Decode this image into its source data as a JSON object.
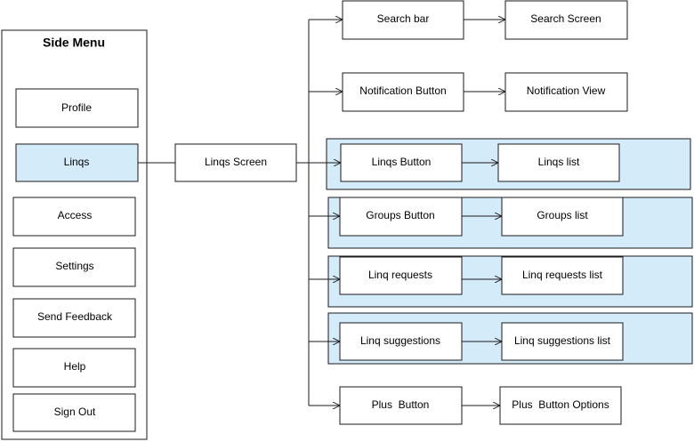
{
  "side_menu": {
    "title": "Side Menu",
    "items": [
      "Profile",
      "Linqs",
      "Access",
      "Settings",
      "Send Feedback",
      "Help",
      "Sign Out"
    ]
  },
  "linqs_screen": "Linqs Screen",
  "flows": [
    {
      "from": "Search bar",
      "to": "Search Screen"
    },
    {
      "from": "Notification Button",
      "to": "Notification View"
    },
    {
      "from": "Linqs Button",
      "to": "Linqs list"
    },
    {
      "from": "Groups Button",
      "to": "Groups list"
    },
    {
      "from": "Linq requests",
      "to": "Linq requests list"
    },
    {
      "from": "Linq suggestions",
      "to": "Linq suggestions list"
    },
    {
      "from": "Plus  Button",
      "to": "Plus  Button Options"
    }
  ]
}
